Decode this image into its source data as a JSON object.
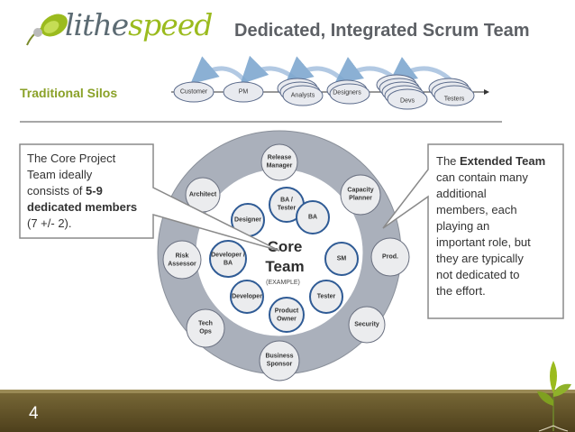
{
  "logo": {
    "part_a": "lithe",
    "part_b": "speed"
  },
  "title": "Dedicated, Integrated Scrum Team",
  "silos": {
    "label": "Traditional Silos",
    "items": [
      "Customer",
      "PM",
      "Analysts",
      "Designers",
      "Devs",
      "Testers"
    ]
  },
  "callout_left": {
    "line1": "The Core Project",
    "line2": "Team ideally",
    "line3_a": "consists of ",
    "line3_b": "5-9",
    "line4": "dedicated members",
    "line5": "(7 +/- 2)."
  },
  "callout_right": {
    "line1_a": "The ",
    "line1_b": "Extended Team",
    "line2": "can contain many",
    "line3": "additional",
    "line4": "members, each",
    "line5": "playing an",
    "line6": "important role, but",
    "line7": "they are typically",
    "line8": "not dedicated to",
    "line9": "the effort."
  },
  "core": {
    "line1": "Core",
    "line2": "Team",
    "example": "(EXAMPLE)"
  },
  "core_roles": {
    "ba_tester_1": "BA /",
    "ba_tester_2": "Tester",
    "designer": "Designer",
    "ba": "BA",
    "dev_ba_1": "Developer /",
    "dev_ba_2": "BA",
    "sm": "SM",
    "developer": "Developer",
    "tester": "Tester",
    "po_1": "Product",
    "po_2": "Owner"
  },
  "extended_roles": {
    "release_1": "Release",
    "release_2": "Manager",
    "architect": "Architect",
    "capacity_1": "Capacity",
    "capacity_2": "Planner",
    "risk_1": "Risk",
    "risk_2": "Assessor",
    "prod": "Prod.",
    "tech_1": "Tech",
    "tech_2": "Ops",
    "security": "Security",
    "business_1": "Business",
    "business_2": "Sponsor"
  },
  "slide_number": "4",
  "colors": {
    "accent_green": "#8aa128",
    "title_gray": "#5d6065",
    "footer_brown": "#6a5a2a"
  }
}
